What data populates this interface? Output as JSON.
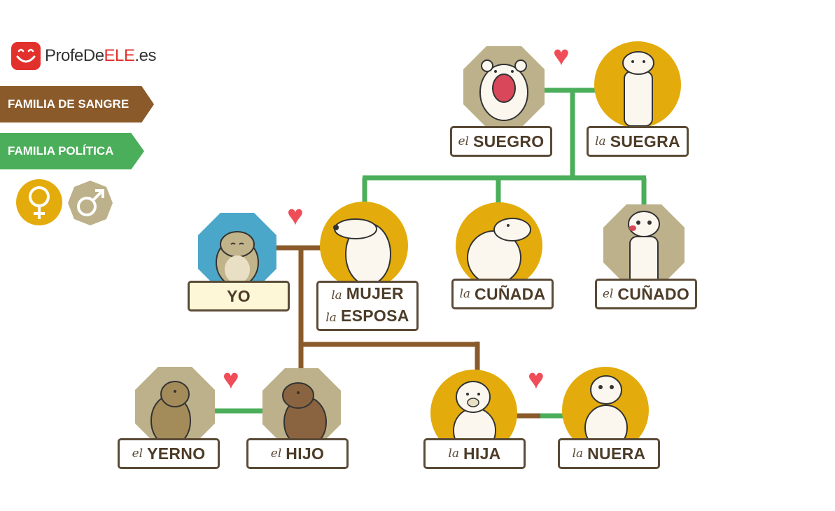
{
  "logo": {
    "brand_a": "ProfeDe",
    "brand_b": "ELE",
    "brand_c": ".es"
  },
  "legend": {
    "blood": {
      "label": "FAMILIA DE SANGRE",
      "color": "#8a5a2a"
    },
    "inlaw": {
      "label": "FAMILIA POLÍTICA",
      "color": "#4bae5a"
    },
    "female_symbol": "♀",
    "male_symbol": "♂"
  },
  "members": {
    "suegro": {
      "article": "el",
      "name": "SUEGRO"
    },
    "suegra": {
      "article": "la",
      "name": "SUEGRA"
    },
    "yo": {
      "name": "YO"
    },
    "mujer": {
      "article1": "la",
      "name1": "MUJER",
      "article2": "la",
      "name2": "ESPOSA"
    },
    "cunada": {
      "article": "la",
      "name": "CUÑADA"
    },
    "cunado": {
      "article": "el",
      "name": "CUÑADO"
    },
    "yerno": {
      "article": "el",
      "name": "YERNO"
    },
    "hijo": {
      "article": "el",
      "name": "HIJO"
    },
    "hija": {
      "article": "la",
      "name": "HIJA"
    },
    "nuera": {
      "article": "la",
      "name": "NUERA"
    }
  },
  "colors": {
    "female_badge": "#e3ac0c",
    "male_badge": "#bcb18a",
    "self_badge": "#4ba7c9",
    "heart": "#ef4d58",
    "label_border": "#5a4a36"
  }
}
